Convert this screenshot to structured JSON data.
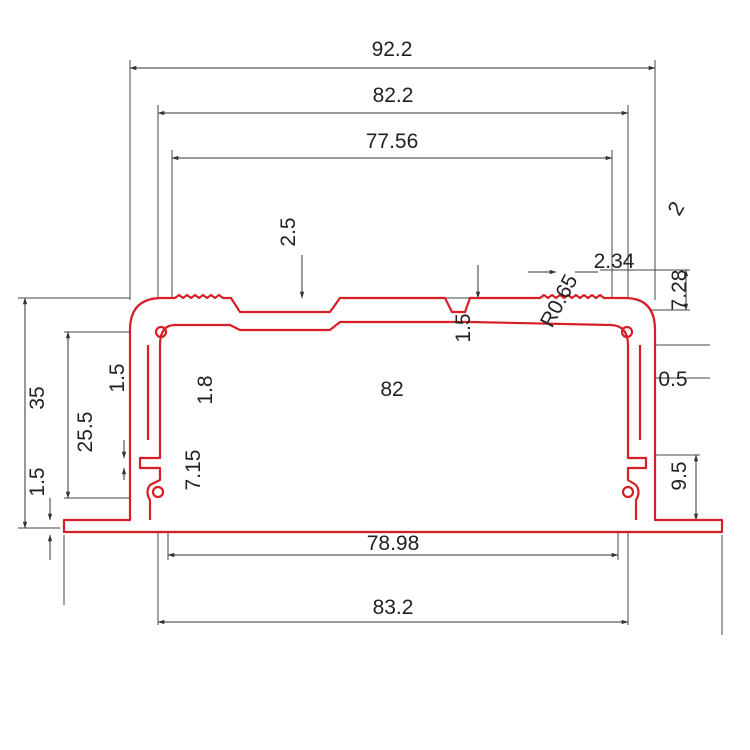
{
  "diagram": {
    "profile_color": "#d61f26",
    "dimension_color": "#333333",
    "labels": {
      "width_overall": "92.2",
      "width_outer_wall": "82.2",
      "width_inner_top": "77.56",
      "groove_depth": "2.5",
      "corner_2": "2",
      "dim_2_34": "2.34",
      "radius": "R0.65",
      "dim_7_28": "7.28",
      "dim_1_5_top": "1.5",
      "dim_0_5": "0.5",
      "height_35": "35",
      "height_25_5": "25.5",
      "dim_1_5_left": "1.5",
      "dim_1_8": "1.8",
      "width_inner_82": "82",
      "dim_7_15": "7.15",
      "dim_1_5_base": "1.5",
      "dim_9_5": "9.5",
      "width_slot": "78.98",
      "width_base": "83.2"
    }
  }
}
